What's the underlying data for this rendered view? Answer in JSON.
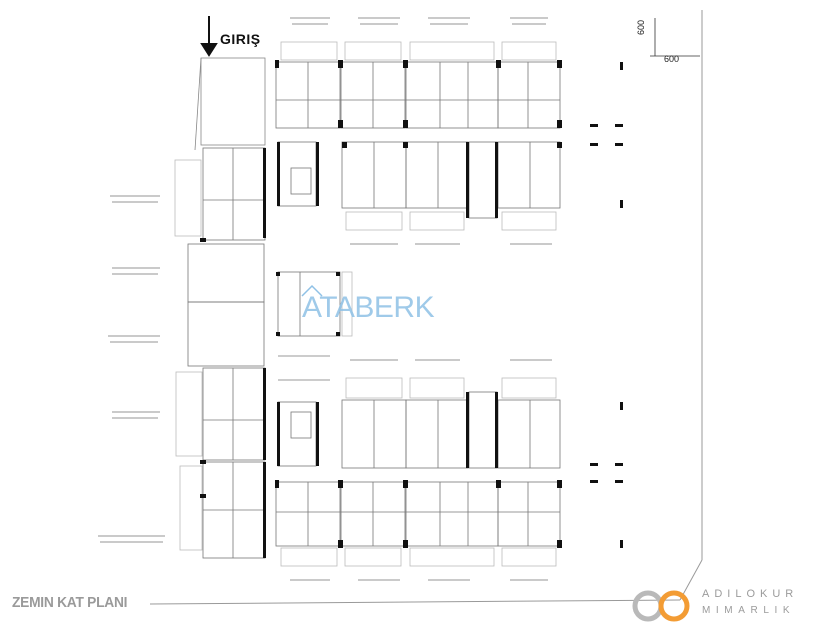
{
  "plan": {
    "entry_label": "GIRIŞ",
    "dimension_vertical": "600",
    "dimension_horizontal": "600",
    "title": "ZEMIN KAT PLANI"
  },
  "watermark": {
    "text": "ATABERK"
  },
  "brand": {
    "line1": "ADILOKUR",
    "line2": "MIMARLIK",
    "accent_color": "#f39c34"
  },
  "colors": {
    "wall": "#111111",
    "line": "#8a8a8a",
    "light_line": "#c8c8c8"
  }
}
